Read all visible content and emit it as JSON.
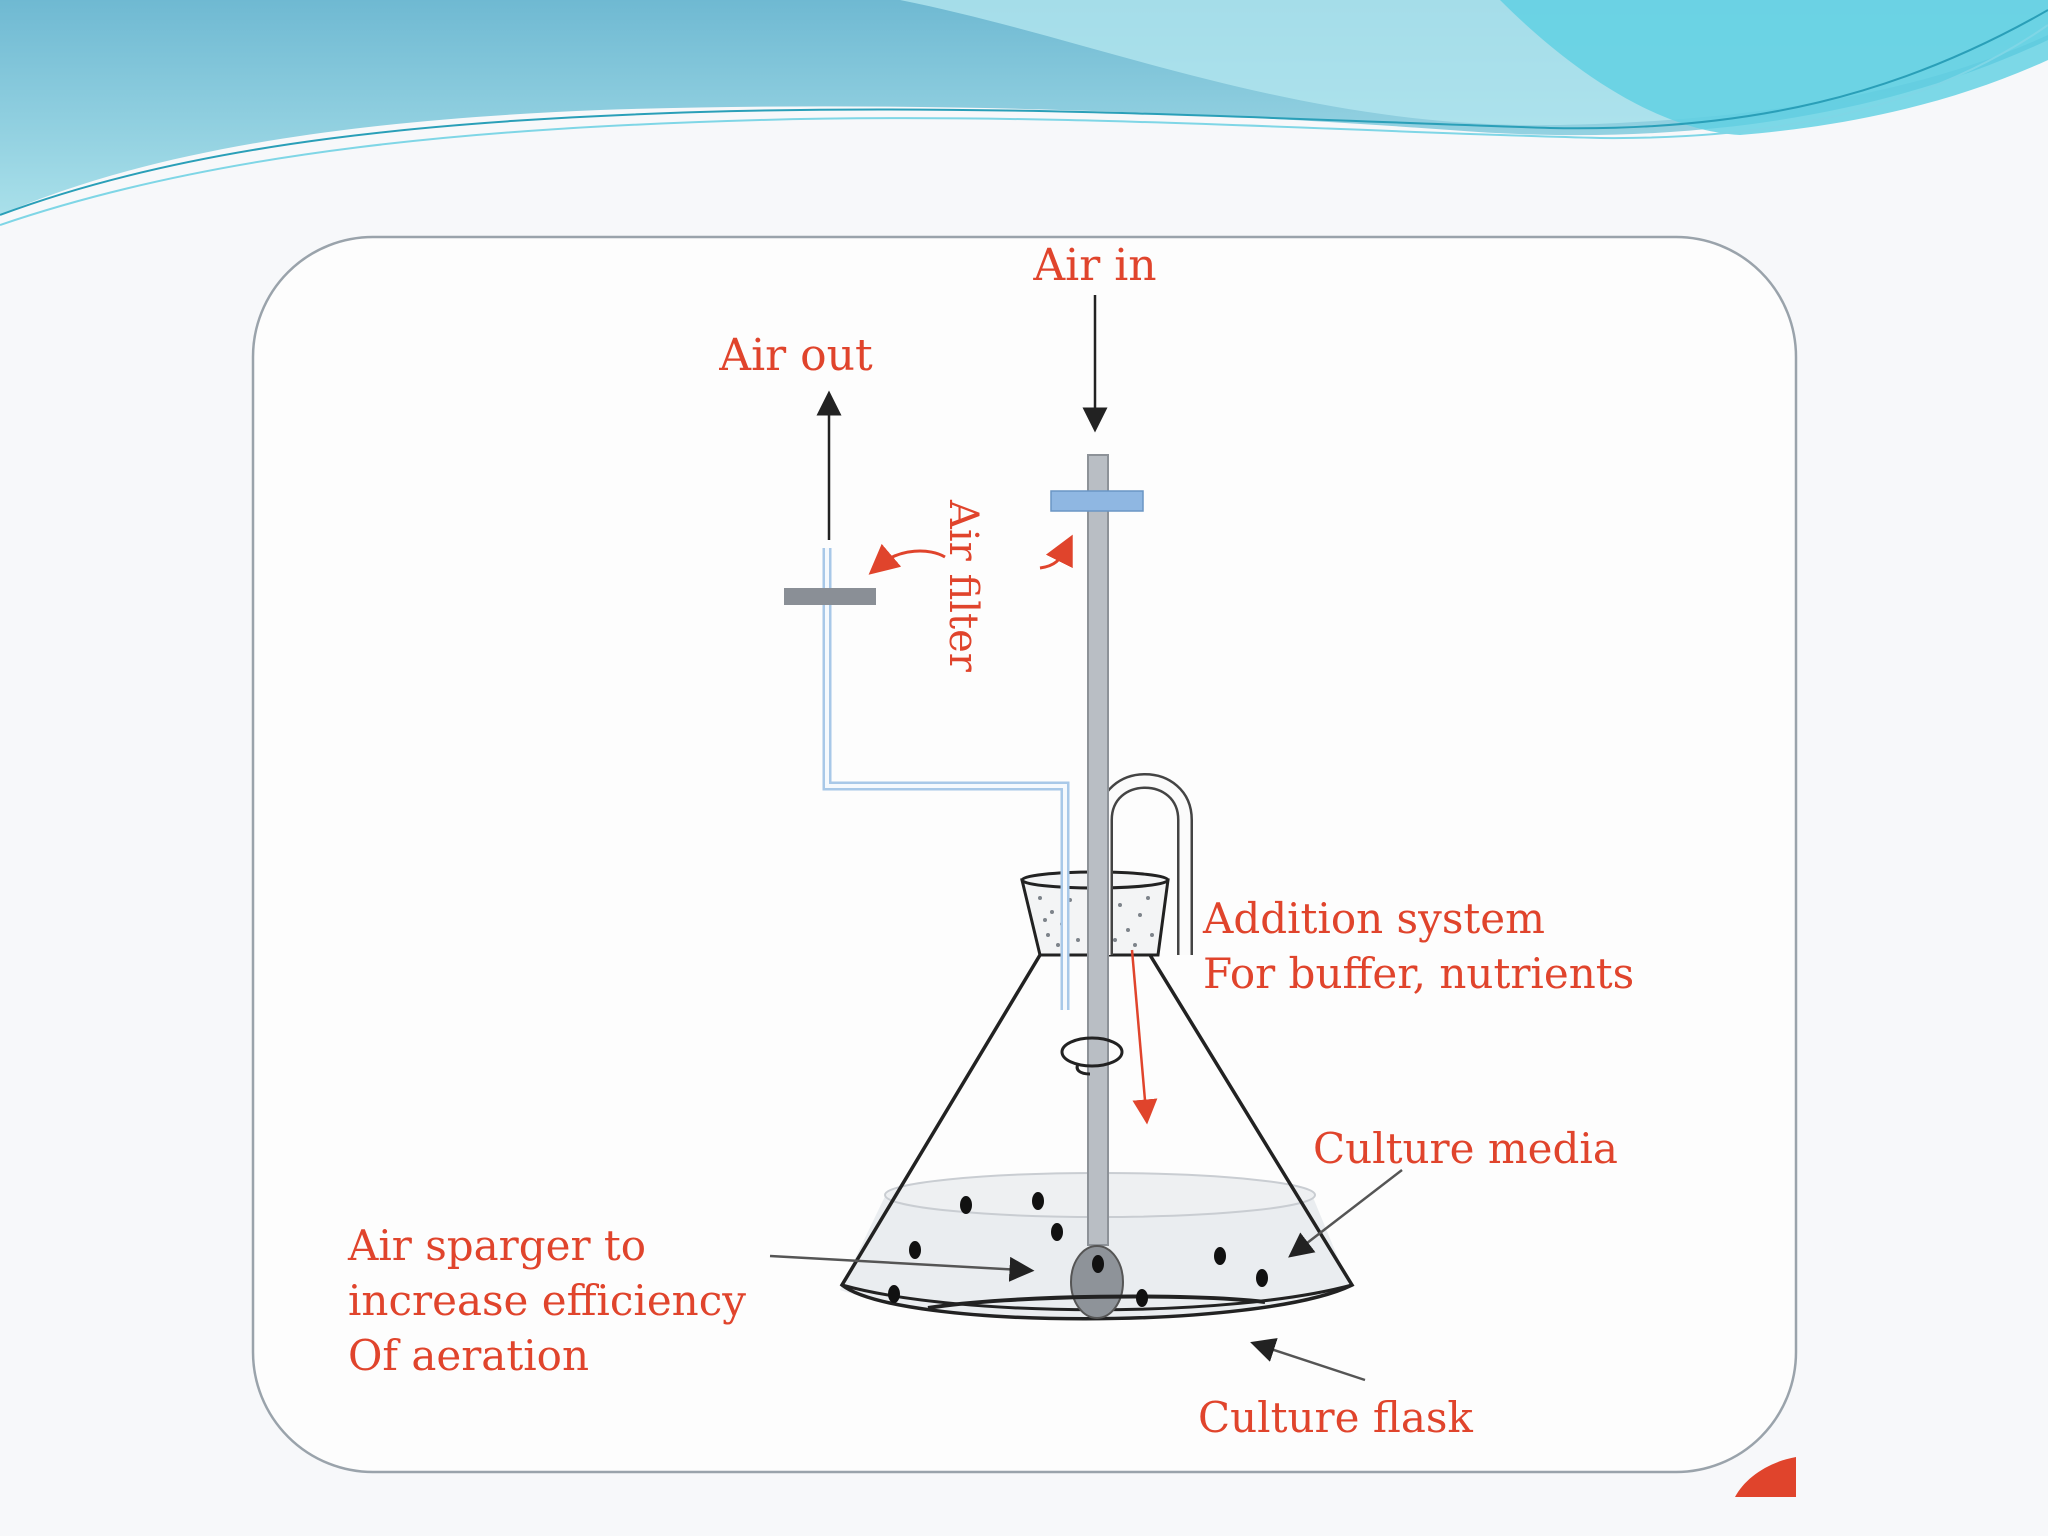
{
  "labels": {
    "air_in": "Air in",
    "air_out": "Air out",
    "air_filter": "Air filter",
    "addition_line1": "Addition system",
    "addition_line2": "For buffer, nutrients",
    "culture_media": "Culture media",
    "sparger_line1": "Air sparger to",
    "sparger_line2": "increase efficiency",
    "sparger_line3": "Of aeration",
    "culture_flask": "Culture flask"
  },
  "colors": {
    "label_red": "#e0442c",
    "banner_blue": "#5cc4d8",
    "filter_blue": "#8fb7e2",
    "filter_gray": "#8a8f96",
    "tube_gray": "#b9bec4",
    "outlet_tube_blue": "#a8c8e8"
  }
}
